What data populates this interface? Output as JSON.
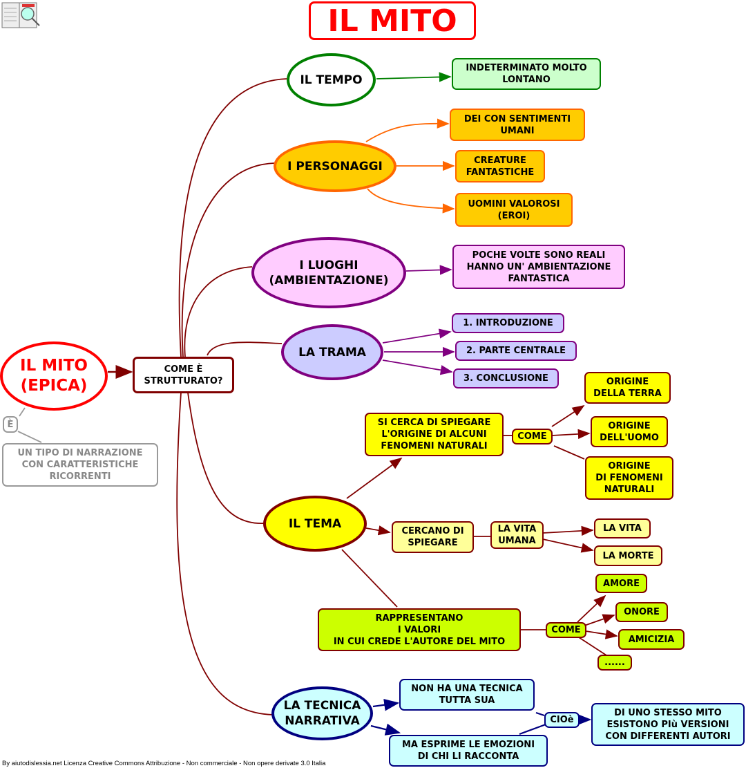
{
  "title": "IL MITO",
  "logo": {
    "icon": "book-magnifier-icon"
  },
  "root": {
    "label": "IL MITO\n(EPICA)",
    "link": "È",
    "description": "UN TIPO DI NARRAZIONE\nCON CARATTERISTICHE\nRICORRENTI"
  },
  "hub": "COME È\nSTRUTTURATO?",
  "tempo": {
    "label": "IL TEMPO",
    "items": [
      "INDETERMINATO MOLTO\nLONTANO"
    ]
  },
  "personaggi": {
    "label": "I PERSONAGGI",
    "items": [
      "DEI CON SENTIMENTI\nUMANI",
      "CREATURE\nFANTASTICHE",
      "UOMINI VALOROSI\n(EROI)"
    ]
  },
  "luoghi": {
    "label": "I LUOGHI\n(AMBIENTAZIONE)",
    "items": [
      "POCHE VOLTE SONO REALI\nHANNO UN' AMBIENTAZIONE\nFANTASTICA"
    ]
  },
  "trama": {
    "label": "LA TRAMA",
    "items": [
      "1. INTRODUZIONE",
      "2. PARTE CENTRALE",
      "3. CONCLUSIONE"
    ]
  },
  "tema": {
    "label": "IL TEMA",
    "origine": {
      "label": "SI CERCA DI SPIEGARE\nL'ORIGINE DI ALCUNI\nFENOMENI NATURALI",
      "link": "COME",
      "items": [
        "ORIGINE\nDELLA TERRA",
        "ORIGINE\nDELL'UOMO",
        "ORIGINE\nDI FENOMENI\nNATURALI"
      ]
    },
    "vita": {
      "label": "CERCANO DI\nSPIEGARE",
      "sub": "LA VITA\nUMANA",
      "items": [
        "LA VITA",
        "LA MORTE"
      ]
    },
    "valori": {
      "label": "RAPPRESENTANO\nI VALORI\nIN CUI CREDE L'AUTORE DEL MITO",
      "link": "COME",
      "items": [
        "AMORE",
        "ONORE",
        "AMICIZIA",
        "......"
      ]
    }
  },
  "tecnica": {
    "label": "LA TECNICA\nNARRATIVA",
    "items": [
      "NON HA UNA TECNICA\nTUTTA SUA",
      "MA ESPRIME LE EMOZIONI\nDI CHI LI RACCONTA"
    ],
    "link": "CIOè",
    "result": "DI UNO STESSO MITO\nESISTONO PIù VERSIONI\nCON DIFFERENTI AUTORI"
  },
  "footer": "By aiutodislessia.net Licenza Creative Commons Attribuzione - Non commerciale - Non opere derivate 3.0 Italia",
  "colors": {
    "red": "#ff0000",
    "darkred": "#800000",
    "green": "#008000",
    "orange": "#ff6600",
    "purple": "#800080",
    "navy": "#000080"
  }
}
